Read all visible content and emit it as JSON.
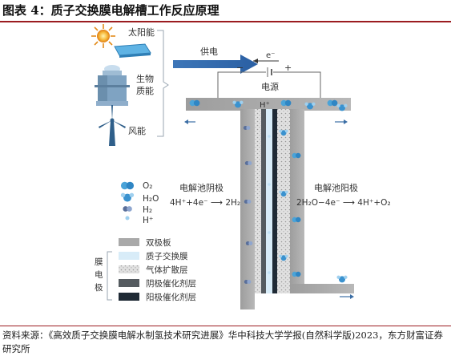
{
  "figure": {
    "title": "图表 4：质子交换膜电解槽工作反应原理",
    "source": "资料来源：《高效质子交换膜电解水制氢技术研究进展》华中科技大学学报(自然科学版)2023，东方财富证券研究所"
  },
  "energy_sources": {
    "solar": "太阳能",
    "biomass_line1": "生物",
    "biomass_line2": "质能",
    "wind": "风能"
  },
  "power": {
    "supply_label": "供电",
    "electron": "e⁻",
    "minus": "−",
    "plus": "+",
    "source_label": "电源"
  },
  "cell": {
    "proton_label": "H⁺",
    "cathode_title": "电解池阴极",
    "cathode_reaction": "4H⁺+4e⁻ ⟶ 2H₂",
    "anode_title": "电解池阳极",
    "anode_reaction": "2H₂O−4e⁻ ⟶ 4H⁺+O₂"
  },
  "species_legend": [
    {
      "label": "O₂"
    },
    {
      "label": "H₂O"
    },
    {
      "label": "H₂"
    },
    {
      "label": "H⁺"
    }
  ],
  "materials_legend": {
    "group_label": [
      "膜",
      "电",
      "极"
    ],
    "items": [
      {
        "label": "双极板",
        "color": "#a9a9a9"
      },
      {
        "label": "质子交换膜",
        "color": "#d8ecf8"
      },
      {
        "label": "气体扩散层",
        "color": "#d6d6d6"
      },
      {
        "label": "阴极催化剂层",
        "color": "#555b60"
      },
      {
        "label": "阳极催化剂层",
        "color": "#1f2a35"
      }
    ]
  }
}
